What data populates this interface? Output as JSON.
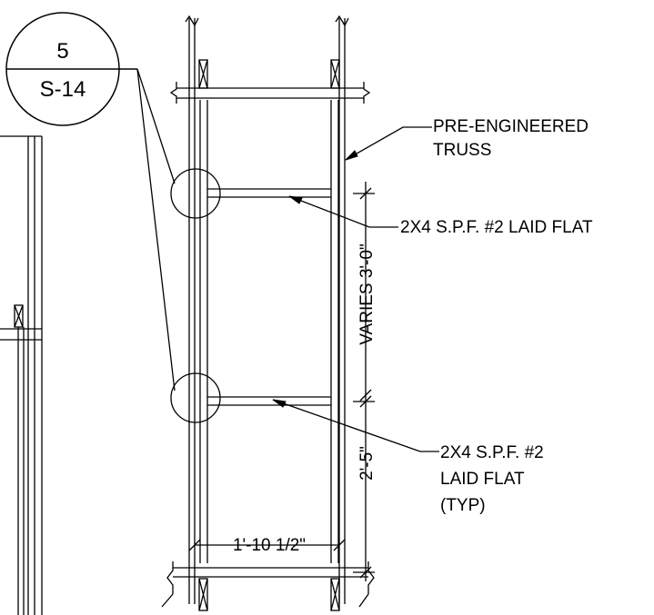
{
  "section_tag": {
    "number": "5",
    "sheet": "S-14"
  },
  "callouts": {
    "truss": [
      "PRE-ENGINEERED",
      "TRUSS"
    ],
    "blocking_upper": "2X4 S.P.F. #2 LAID FLAT",
    "blocking_lower": [
      "2X4 S.P.F. #2",
      "LAID FLAT",
      "(TYP)"
    ]
  },
  "dimensions": {
    "upper_spacing": "VARIES 3'-0\"",
    "lower_spacing": "2'-5\"",
    "truss_spacing": "1'-10 1/2\""
  }
}
